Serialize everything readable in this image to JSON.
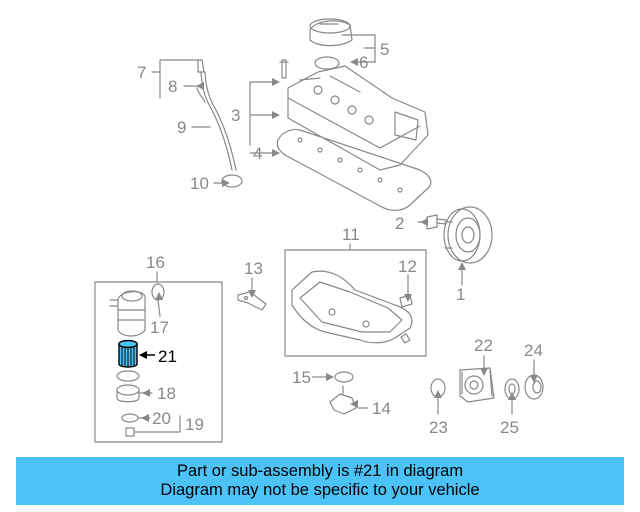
{
  "diagram": {
    "callouts": [
      "1",
      "2",
      "3",
      "4",
      "5",
      "6",
      "7",
      "8",
      "9",
      "10",
      "11",
      "12",
      "13",
      "14",
      "15",
      "16",
      "17",
      "18",
      "19",
      "20",
      "21",
      "22",
      "23",
      "24",
      "25"
    ],
    "highlighted_part": "21",
    "line_color": "#888888",
    "highlight_color": "#000000",
    "highlight_fill": "#4cc3f7"
  },
  "banner": {
    "line1": "Part or sub-assembly is #21 in diagram",
    "line2": "Diagram may not be specific to your vehicle",
    "background": "#4cc3f7"
  }
}
